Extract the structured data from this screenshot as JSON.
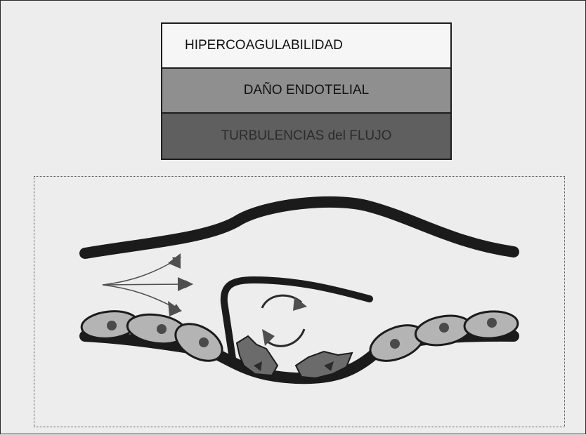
{
  "legend": {
    "items": [
      {
        "label": "HIPERCOAGULABILIDAD",
        "color": "#f6f6f6"
      },
      {
        "label": "DAÑO ENDOTELIAL",
        "color": "#8f8f8f"
      },
      {
        "label": "TURBULENCIAS del FLUJO",
        "color": "#5f5f5f"
      }
    ]
  },
  "diagram": {
    "colors": {
      "vessel_wall": "#1b1b1b",
      "endothelial_cell": "#b4b4b4",
      "nucleus": "#4a4a4a",
      "thrombus": "#6b6b6b",
      "arrow": "#4f4f4f"
    }
  }
}
